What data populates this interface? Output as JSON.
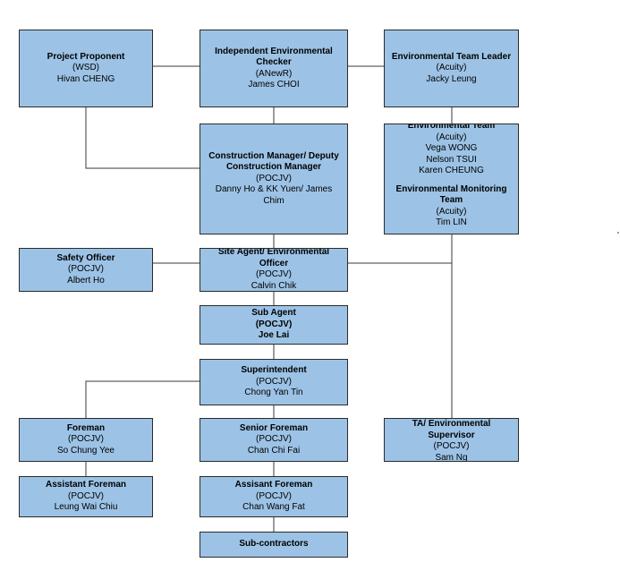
{
  "boxes": {
    "project_proponent": {
      "title": "Project Proponent",
      "org": "(WSD)",
      "person": "Hivan CHENG"
    },
    "iec": {
      "title": "Independent Environmental Checker",
      "org": "(ANewR)",
      "person": "James CHOI"
    },
    "et_leader": {
      "title": "Environmental Team Leader",
      "org": "(Acuity)",
      "person": "Jacky Leung"
    },
    "construction_manager": {
      "title": "Construction Manager/ Deputy Construction Manager",
      "org": "(POCJV)",
      "person": "Danny Ho & KK Yuen/ James Chim"
    },
    "env_team": {
      "title": "Environmental Team",
      "org": "(Acuity)",
      "members": [
        "Vega WONG",
        "Nelson TSUI",
        "Karen CHEUNG"
      ],
      "monitoring_title": "Environmental Monitoring Team",
      "monitoring_org": "(Acuity)",
      "monitoring_person": "Tim LIN"
    },
    "safety_officer": {
      "title": "Safety Officer",
      "org": "(POCJV)",
      "person": "Albert Ho"
    },
    "site_agent": {
      "title": "Site Agent/  Environmental Officer",
      "org": "(POCJV)",
      "person": "Calvin Chik"
    },
    "sub_agent": {
      "title": "Sub Agent",
      "org": "(POCJV)",
      "person": "Joe Lai"
    },
    "superintendent": {
      "title": "Superintendent",
      "org": "(POCJV)",
      "person": "Chong Yan Tin"
    },
    "foreman": {
      "title": "Foreman",
      "org": "(POCJV)",
      "person": "So Chung Yee"
    },
    "senior_foreman": {
      "title": "Senior Foreman",
      "org": "(POCJV)",
      "person": "Chan Chi Fai"
    },
    "ta_supervisor": {
      "title": "TA/ Environmental Supervisor",
      "org": "(POCJV)",
      "person": "Sam Ng"
    },
    "assistant_foreman_left": {
      "title": "Assistant Foreman",
      "org": "(POCJV)",
      "person": "Leung Wai Chiu"
    },
    "assistant_foreman_mid": {
      "title": "Assisant Foreman",
      "org": "(POCJV)",
      "person": "Chan Wang Fat"
    },
    "sub_contractors": {
      "title": "Sub-contractors"
    }
  },
  "colors": {
    "box_fill": "#9cc3e6",
    "border": "#2b2b2b",
    "line": "#3a3a3a"
  }
}
